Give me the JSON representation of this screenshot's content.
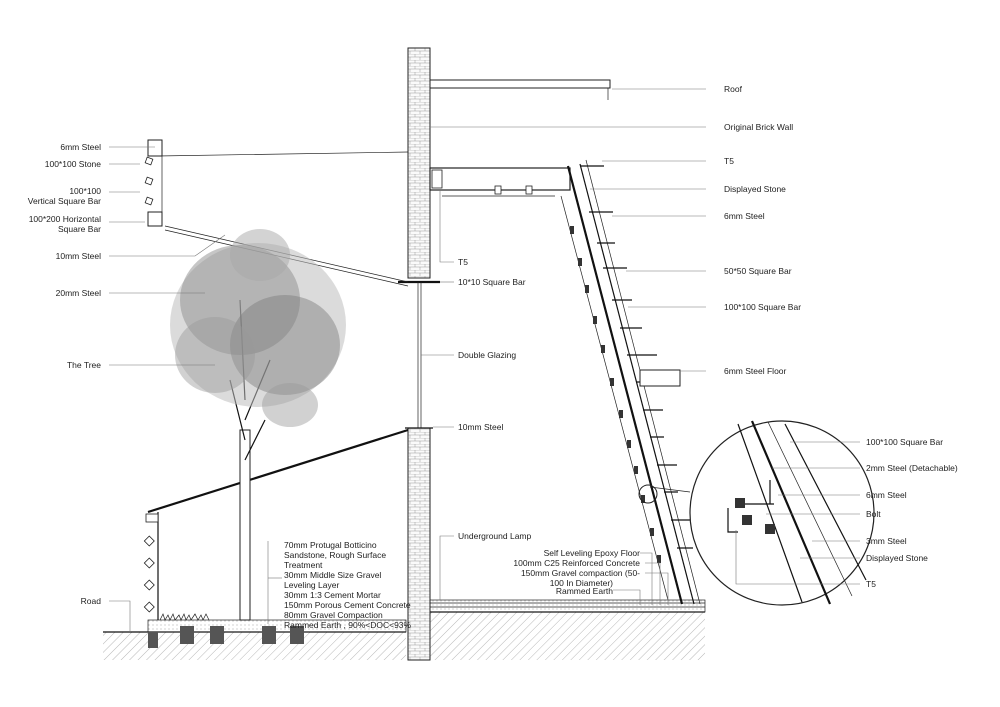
{
  "labels": {
    "roof": "Roof",
    "original_brick_wall": "Original Brick Wall",
    "t5_top": "T5",
    "displayed_stone_top": "Displayed Stone",
    "steel_6mm_right": "6mm Steel",
    "square_bar_50": "50*50 Square Bar",
    "square_bar_100_right": "100*100 Square Bar",
    "steel_floor_6mm": "6mm Steel Floor",
    "steel_6mm_left": "6mm Steel",
    "stone_100": "100*100 Stone",
    "vertical_square_bar_1": "100*100",
    "vertical_square_bar_2": "Vertical Square Bar",
    "horizontal_square_bar_1": "100*200 Horizontal",
    "horizontal_square_bar_2": "Square Bar",
    "steel_10mm_left": "10mm Steel",
    "steel_20mm": "20mm Steel",
    "the_tree": "The Tree",
    "road": "Road",
    "t5_mid": "T5",
    "square_bar_10": "10*10 Square Bar",
    "double_glazing": "Double Glazing",
    "steel_10mm_mid": "10mm Steel",
    "underground_lamp": "Underground Lamp",
    "ground_layers_left": [
      "70mm Protugal Botticino",
      "Sandstone, Rough Surface",
      "Treatment",
      "30mm Middle Size Gravel",
      "Leveling Layer",
      "30mm 1:3 Cement Mortar",
      "150mm Porous Cement Concrete",
      "80mm Gravel Compaction",
      "Rammed Earth , 90%<DOC<93%"
    ],
    "ground_layers_right": [
      "Self Leveling Epoxy Floor",
      "100mm C25 Reinforced Concrete",
      "150mm Gravel compaction (50-",
      "100  In Diameter)",
      "Rammed Earth"
    ],
    "detail": {
      "square_bar_100": "100*100 Square Bar",
      "steel_2mm": "2mm Steel (Detachable)",
      "steel_6mm": "6mm Steel",
      "bolt": "Bolt",
      "steel_3mm": "3mm Steel",
      "displayed_stone": "Displayed Stone",
      "t5": "T5"
    }
  }
}
